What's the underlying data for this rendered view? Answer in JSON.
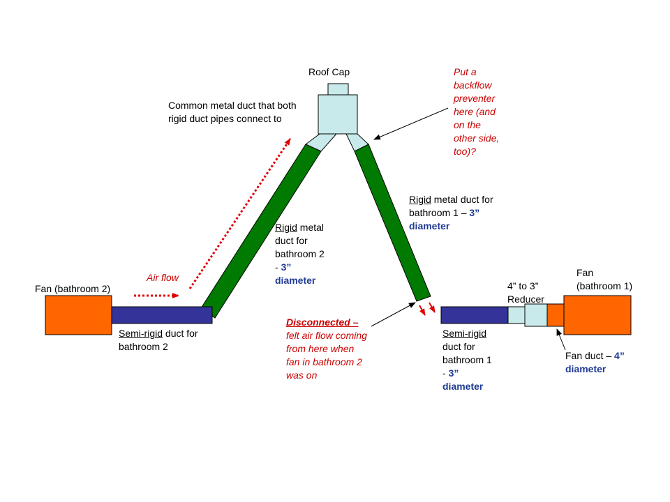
{
  "labels": {
    "roof_cap": "Roof Cap",
    "common_duct": [
      "Common metal duct that both",
      "rigid duct pipes connect to"
    ],
    "backflow": [
      "Put a",
      "backflow",
      "preventer",
      "here (and",
      "on the",
      "other side,",
      "too)?"
    ],
    "fan_bath2": "Fan (bathroom 2)",
    "air_flow": "Air flow",
    "rigid_bath2": {
      "rigid": "Rigid",
      "line1_rest": " metal",
      "line2": "duct for",
      "line3": "bathroom 2",
      "line4_prefix": "- ",
      "line4_size": "3”",
      "line5": "diameter"
    },
    "rigid_bath1": {
      "rigid": "Rigid",
      "line1_rest": " metal duct for",
      "line2_prefix": "bathroom 1 – ",
      "line2_size": "3”",
      "line3": "diameter"
    },
    "semi_bath2": {
      "semi": "Semi-rigid",
      "line1_rest": " duct for",
      "line2": "bathroom 2"
    },
    "disconnected": {
      "title": "Disconnected –",
      "lines": [
        "felt air flow coming",
        "from here when",
        "fan in bathroom 2",
        "was on"
      ]
    },
    "semi_bath1": {
      "semi": "Semi-rigid",
      "line2": "duct for",
      "line3": "bathroom 1",
      "line4_prefix": "- ",
      "line4_size": "3”",
      "line5": "diameter"
    },
    "reducer": [
      "4” to 3”",
      "Reducer"
    ],
    "fan_bath1": [
      "Fan",
      "(bathroom 1)"
    ],
    "fan_duct": {
      "prefix": "Fan duct – ",
      "size": "4”",
      "line2": "diameter"
    }
  },
  "colors": {
    "fan": "#ff6600",
    "semi_rigid_duct": "#333399",
    "rigid_duct": "#007a00",
    "metal_duct": "#c9eaea",
    "annotation_red": "#cc0000",
    "size_blue": "#1f3a93"
  }
}
